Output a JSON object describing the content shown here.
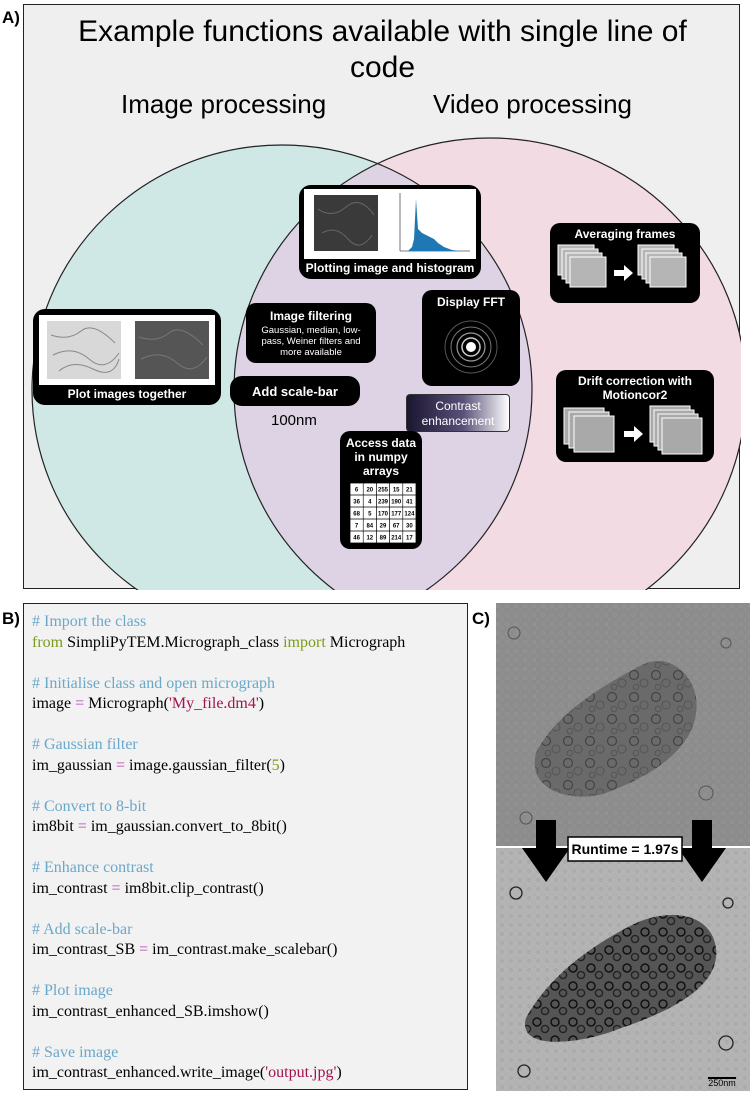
{
  "panel_labels": {
    "a": "A)",
    "b": "B)",
    "c": "C)"
  },
  "panel_a": {
    "title_line1": "Example functions available with single line of",
    "title_line2": "code",
    "left_set_label": "Image processing",
    "right_set_label": "Video processing",
    "colors": {
      "left_circle": "#cfe8e6",
      "right_circle": "#f3dbe4",
      "overlap": "#ddd3e4",
      "stroke": "#222222",
      "hist_bar": "#1f77b4"
    },
    "items": {
      "plot_together": "Plot images together",
      "plot_hist": "Plotting image and histogram",
      "filtering_title": "Image filtering",
      "filtering_desc": [
        "Gaussian, median, low-",
        "pass, Weiner filters and",
        "more  available"
      ],
      "fft": "Display FFT",
      "scalebar": "Add scale-bar",
      "scalebar_value": "100nm",
      "contrast": [
        "Contrast",
        "enhancement"
      ],
      "numpy": [
        "Access data",
        "in numpy",
        "arrays"
      ],
      "numpy_table": [
        [
          "6",
          "20",
          "255",
          "15",
          "21"
        ],
        [
          "36",
          "4",
          "239",
          "190",
          "41"
        ],
        [
          "68",
          "5",
          "170",
          "177",
          "124"
        ],
        [
          "7",
          "84",
          "29",
          "67",
          "30"
        ],
        [
          "46",
          "12",
          "89",
          "214",
          "17"
        ]
      ],
      "averaging": "Averaging frames",
      "drift": [
        "Drift correction with",
        "Motioncor2"
      ]
    }
  },
  "panel_b": {
    "lines": [
      [
        {
          "t": "# Import the class",
          "c": "cm"
        }
      ],
      [
        {
          "t": "from ",
          "c": "kw"
        },
        {
          "t": "SimpliPyTEM.Micrograph_class ",
          "c": "tx"
        },
        {
          "t": "import ",
          "c": "kw"
        },
        {
          "t": "Micrograph",
          "c": "tx"
        }
      ],
      [],
      [
        {
          "t": "# Initialise class and open micrograph",
          "c": "cm"
        }
      ],
      [
        {
          "t": "image ",
          "c": "tx"
        },
        {
          "t": "=",
          "c": "op"
        },
        {
          "t": " Micrograph(",
          "c": "tx"
        },
        {
          "t": "'My_file.dm4'",
          "c": "str"
        },
        {
          "t": ")",
          "c": "tx"
        }
      ],
      [],
      [
        {
          "t": "# Gaussian filter",
          "c": "cm"
        }
      ],
      [
        {
          "t": "im_gaussian ",
          "c": "tx"
        },
        {
          "t": "=",
          "c": "op"
        },
        {
          "t": " image.gaussian_filter(",
          "c": "tx"
        },
        {
          "t": "5",
          "c": "num"
        },
        {
          "t": ")",
          "c": "tx"
        }
      ],
      [],
      [
        {
          "t": "# Convert to 8-bit",
          "c": "cm"
        }
      ],
      [
        {
          "t": "im8bit ",
          "c": "tx"
        },
        {
          "t": "=",
          "c": "op"
        },
        {
          "t": " im_gaussian.convert_to_8bit()",
          "c": "tx"
        }
      ],
      [],
      [
        {
          "t": "# Enhance contrast",
          "c": "cm"
        }
      ],
      [
        {
          "t": "im_contrast ",
          "c": "tx"
        },
        {
          "t": "=",
          "c": "op"
        },
        {
          "t": " im8bit.clip_contrast()",
          "c": "tx"
        }
      ],
      [],
      [
        {
          "t": "# Add scale-bar",
          "c": "cm"
        }
      ],
      [
        {
          "t": "im_contrast_SB ",
          "c": "tx"
        },
        {
          "t": "=",
          "c": "op"
        },
        {
          "t": " im_contrast.make_scalebar()",
          "c": "tx"
        }
      ],
      [],
      [
        {
          "t": "# Plot image",
          "c": "cm"
        }
      ],
      [
        {
          "t": "im_contrast_enhanced_SB.imshow()",
          "c": "tx"
        }
      ],
      [],
      [
        {
          "t": "# Save image",
          "c": "cm"
        }
      ],
      [
        {
          "t": "im_contrast_enhanced.write_image(",
          "c": "tx"
        },
        {
          "t": "'output.jpg'",
          "c": "str"
        },
        {
          "t": ")",
          "c": "tx"
        }
      ]
    ]
  },
  "panel_c": {
    "runtime": "Runtime = 1.97s",
    "scalebar": "250nm"
  }
}
